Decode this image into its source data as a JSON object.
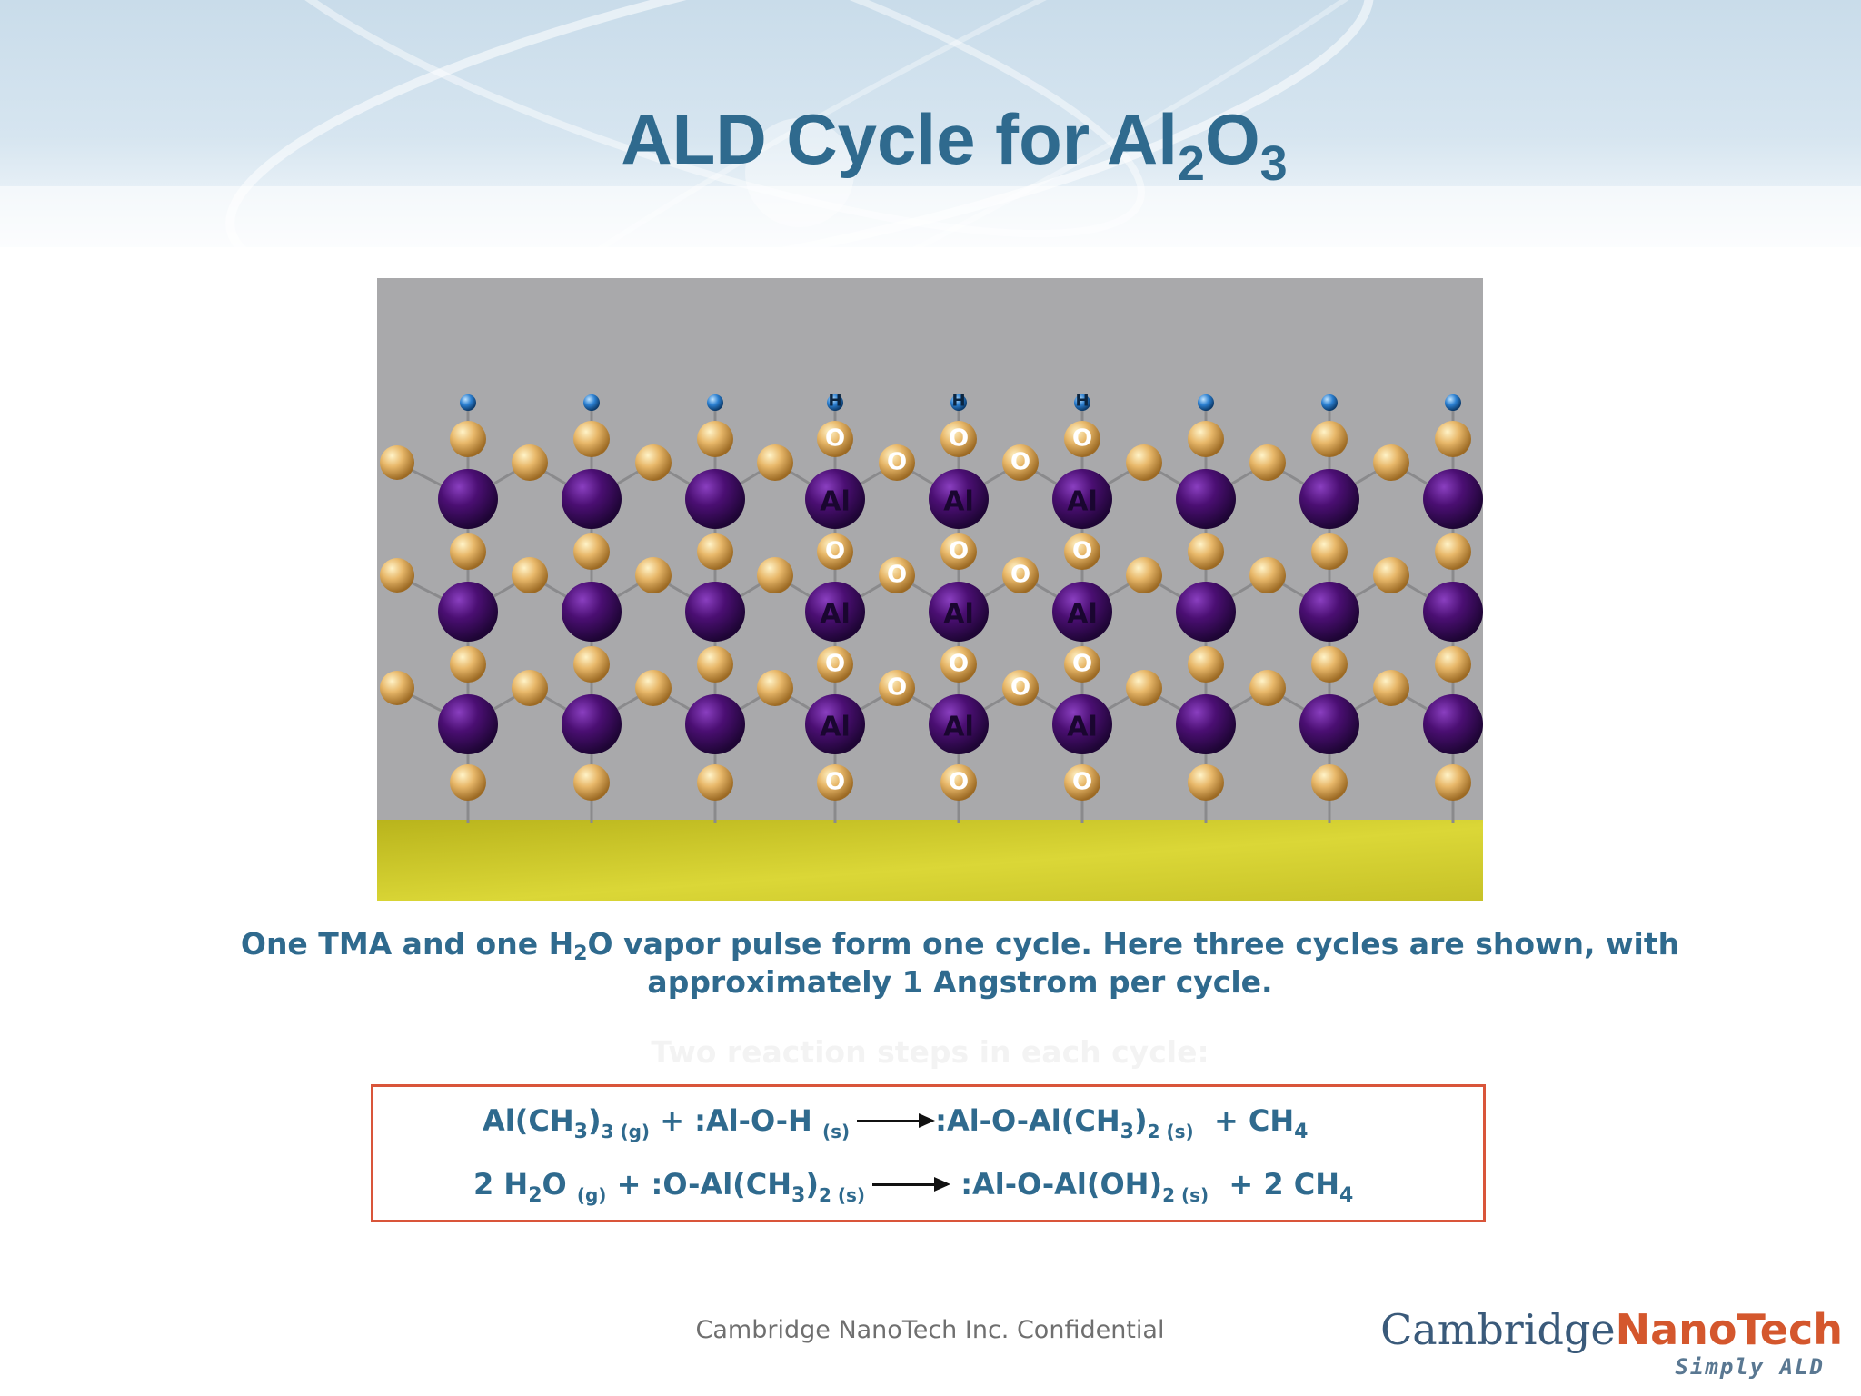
{
  "slide": {
    "title_main": "ALD Cycle for Al",
    "title_sub1": "2",
    "title_mid": "O",
    "title_sub2": "3"
  },
  "figure": {
    "atom_labels": {
      "aluminum": "Al",
      "oxygen": "O",
      "hydrogen": "H"
    },
    "colors": {
      "background": "#a9a9ab",
      "substrate": "#d4cf2e",
      "aluminum": "#4b0f73",
      "oxygen": "#e8b86a",
      "hydroxyl_h": "#2b7fd0"
    }
  },
  "caption": {
    "part1": "One TMA and one H",
    "sub": "2",
    "part2": "O vapor pulse form one cycle. Here three cycles are shown, with",
    "line2": "approximately 1 Angstrom per cycle."
  },
  "faded_heading": "Two reaction steps in each cycle:",
  "equations": {
    "eq1": {
      "a": "Al(CH",
      "a_sub": "3",
      "a2": ")",
      "a_sub2": "3 (g)",
      "b": " + :Al-O-H ",
      "b_sub": "(s)",
      "c": ":Al-O-Al(CH",
      "c_sub": "3",
      "c2": ")",
      "c_sub2": "2 (s)",
      "d": "  + CH",
      "d_sub": "4"
    },
    "eq2": {
      "a": "2 H",
      "a_sub": "2",
      "a2": "O ",
      "a_sub2": "(g)",
      "b": " + :O-Al(CH",
      "b_sub": "3",
      "b2": ")",
      "b_sub2": "2 (s)",
      "c": " :Al-O-Al(OH)",
      "c_sub": "2 (s)",
      "d": "  + 2 CH",
      "d_sub": "4"
    }
  },
  "footer": {
    "confidential": "Cambridge NanoTech Inc. Confidential",
    "logo_part1": "Cambridge",
    "logo_part2": "NanoTech",
    "tagline": "Simply ALD"
  }
}
